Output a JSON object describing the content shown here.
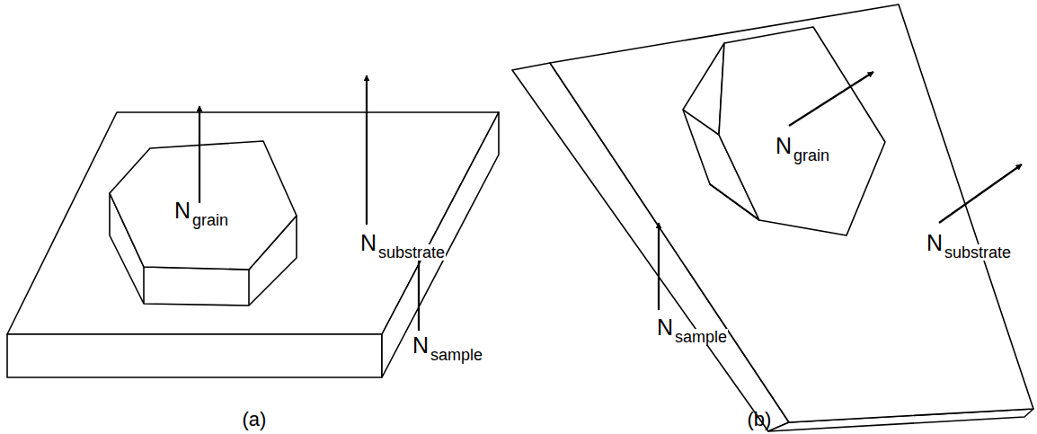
{
  "diagram": {
    "labels": [
      "N",
      "grain",
      "N",
      "substrate",
      "N",
      "sample",
      "(a)",
      "N",
      "grain",
      "N",
      "substrate",
      "N",
      "sample",
      "(b)"
    ]
  }
}
